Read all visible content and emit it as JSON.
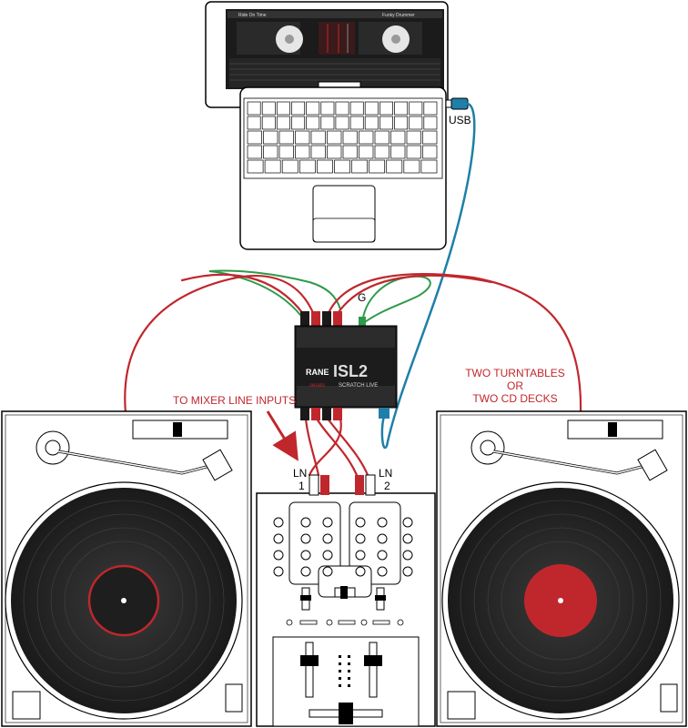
{
  "labels": {
    "usb": "USB",
    "ground": "G",
    "mixer_inputs": "TO MIXER LINE INPUTS",
    "decks_line1": "TWO TURNTABLES",
    "decks_line2": "OR",
    "decks_line3": "TWO CD DECKS",
    "ln1_a": "LN",
    "ln1_b": "1",
    "ln2_a": "LN",
    "ln2_b": "2"
  },
  "interface": {
    "brand": "RANE",
    "model": "ISL2",
    "partner": "SCRATCH LIVE",
    "serato": "serato"
  },
  "laptop_screen": {
    "left_title": "Ride On Time",
    "right_title": "Funky Drummer"
  },
  "colors": {
    "audio_cable": "#c0272d",
    "ground_cable": "#2e9a4b",
    "usb_cable": "#1f7fa8",
    "record_label": "#c0272d"
  }
}
